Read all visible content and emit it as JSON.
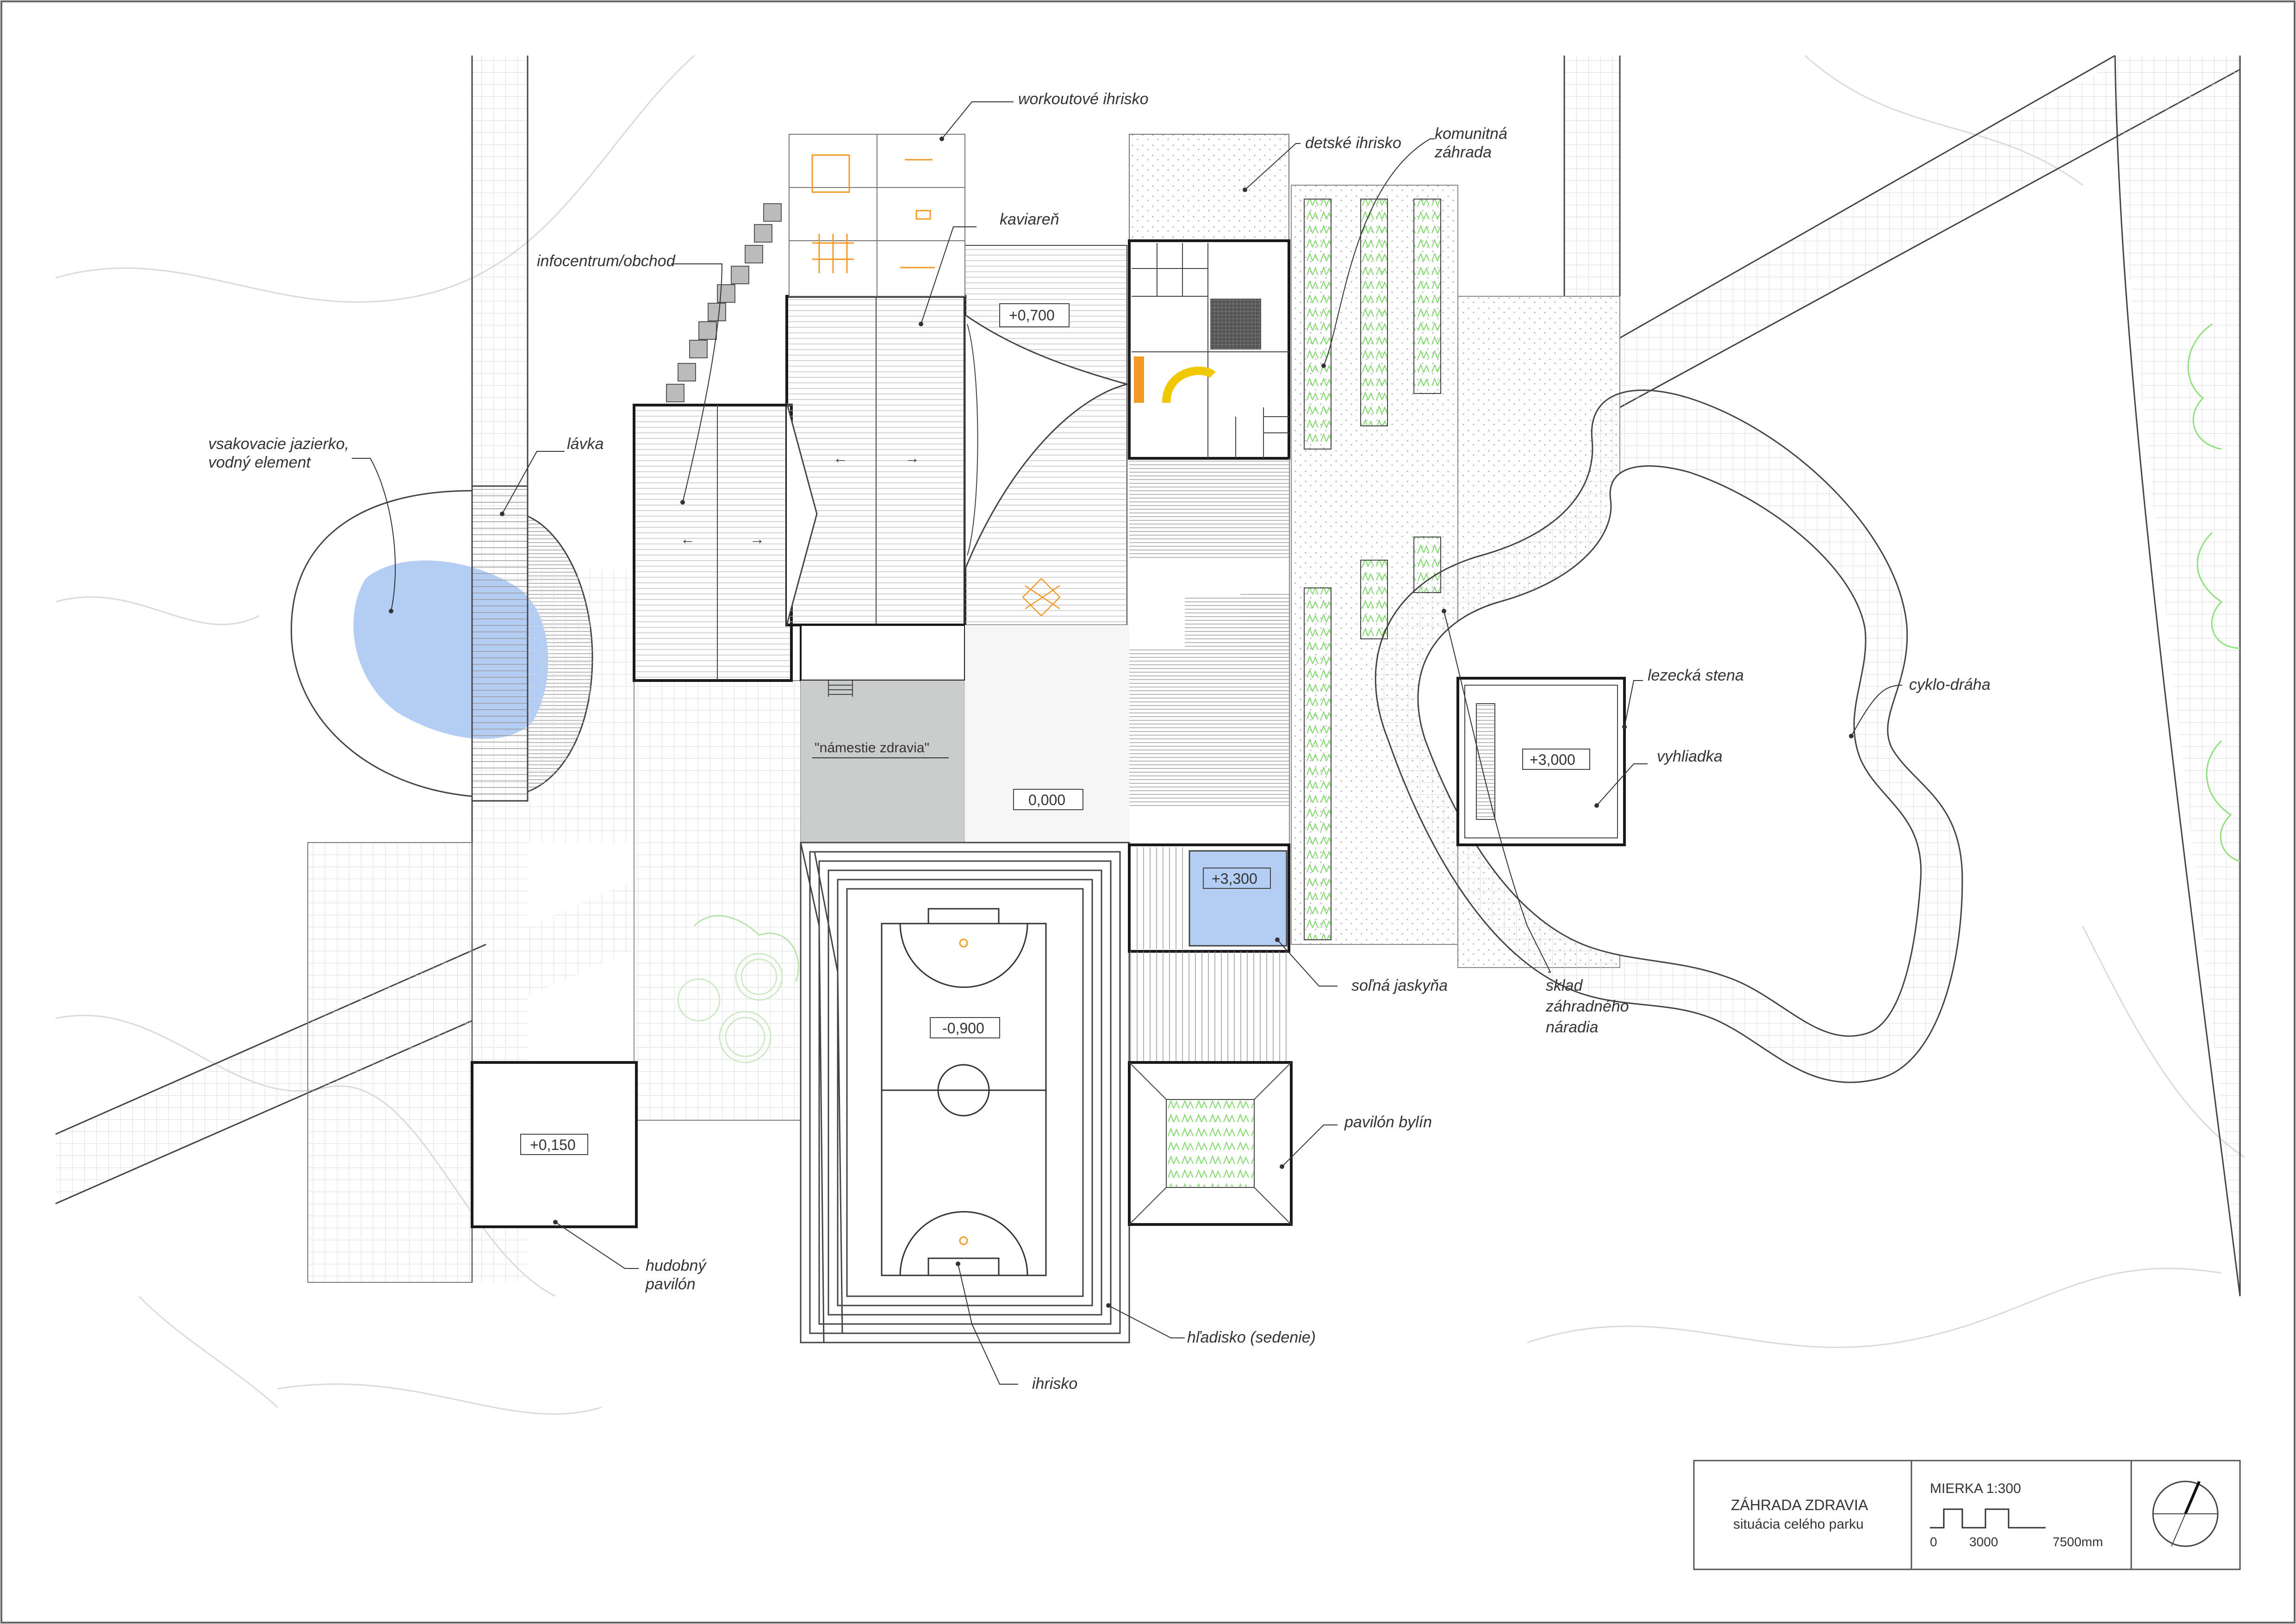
{
  "labels": {
    "workout": "workoutové ihrisko",
    "kaviaren": "kaviareň",
    "infocentrum": "infocentrum/obchod",
    "jazierko_1": "vsakovacie jazierko,",
    "jazierko_2": "vodný element",
    "lavka": "lávka",
    "detske": "detské ihrisko",
    "komunitna_1": "komunitná",
    "komunitna_2": "záhrada",
    "lezecka": "lezecká stena",
    "cyklo": "cyklo-dráha",
    "vyhliadka": "vyhliadka",
    "namestie": "\"námestie zdravia\"",
    "solna": "soľná jaskyňa",
    "sklad_1": "sklad",
    "sklad_2": "záhradného",
    "sklad_3": "náradia",
    "pavilon_bylin": "pavilón bylín",
    "hudobny_1": "hudobný",
    "hudobny_2": "pavilón",
    "hladisko": "hľadisko (sedenie)",
    "ihrisko": "ihrisko"
  },
  "levels": {
    "cafe": "+0,700",
    "square": "0,000",
    "pitch": "-0,900",
    "music": "+0,150",
    "salt": "+3,300",
    "tower": "+3,000"
  },
  "title_block": {
    "title": "ZÁHRADA ZDRAVIA",
    "subtitle": "situácia celého parku",
    "scale_label": "MIERKA 1:300",
    "scale_0": "0",
    "scale_1": "3000",
    "scale_2": "7500mm"
  },
  "colors": {
    "line": "#333333",
    "thick": "#1a1a1a",
    "water": "#b4cdf5",
    "plaza": "#c9cccb",
    "accent": "#f39a26",
    "plant": "#7fd86a",
    "paving": "#ececec"
  }
}
